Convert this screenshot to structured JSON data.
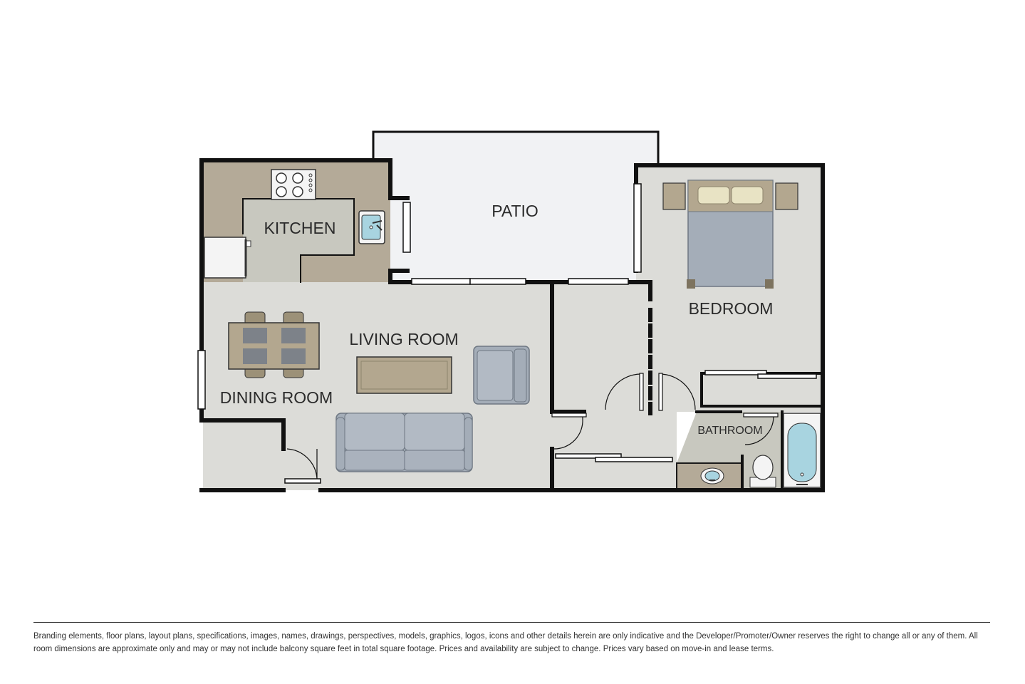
{
  "rooms": {
    "patio": "PATIO",
    "kitchen": "KITCHEN",
    "bedroom": "BEDROOM",
    "living_room": "LIVING ROOM",
    "dining_room": "DINING ROOM",
    "bathroom": "BATHROOM"
  },
  "colors": {
    "wall": "#111111",
    "floor_main": "#dcdcd8",
    "floor_patio": "#f1f2f4",
    "floor_kitchen_counter": "#b4aa98",
    "floor_kitchen": "#c8c8bf",
    "furniture_upholstery": "#a4adb8",
    "furniture_wood": "#b3a78f",
    "bathtub_water": "#a8d4e0"
  },
  "disclaimer": "Branding elements, floor plans, layout plans, specifications, images, names, drawings, perspectives, models, graphics, logos, icons and other details herein are only indicative and the Developer/Promoter/Owner reserves the right to change all or any of them. All room dimensions are approximate only and may or may not include balcony square feet in total square footage. Prices and availability are subject to change. Prices vary based on move-in and lease terms."
}
